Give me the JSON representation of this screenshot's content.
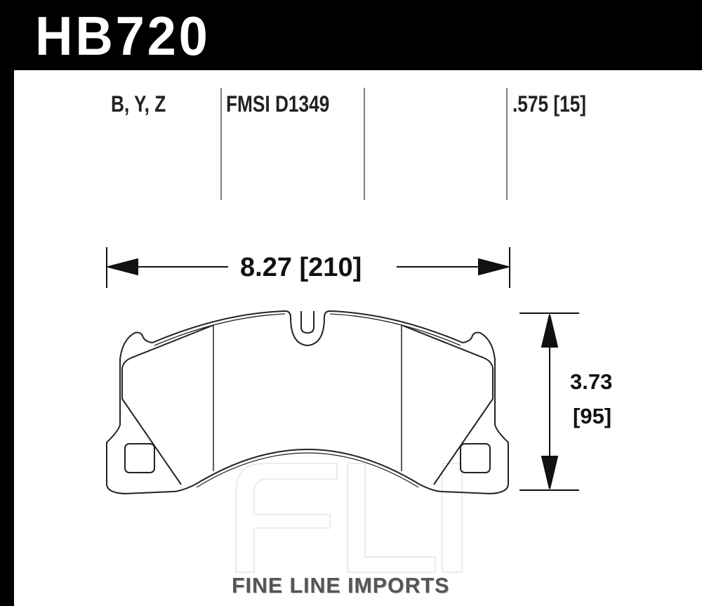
{
  "part_number": "HB720",
  "compounds": "B, Y, Z",
  "fmsi": "FMSI D1349",
  "thickness": ".575 [15]",
  "width_dimension": "8.27 [210]",
  "height_dimension": {
    "inches": "3.73",
    "mm": "[95]"
  },
  "watermark": {
    "logo": "FLI",
    "text": "FINE LINE IMPORTS"
  }
}
